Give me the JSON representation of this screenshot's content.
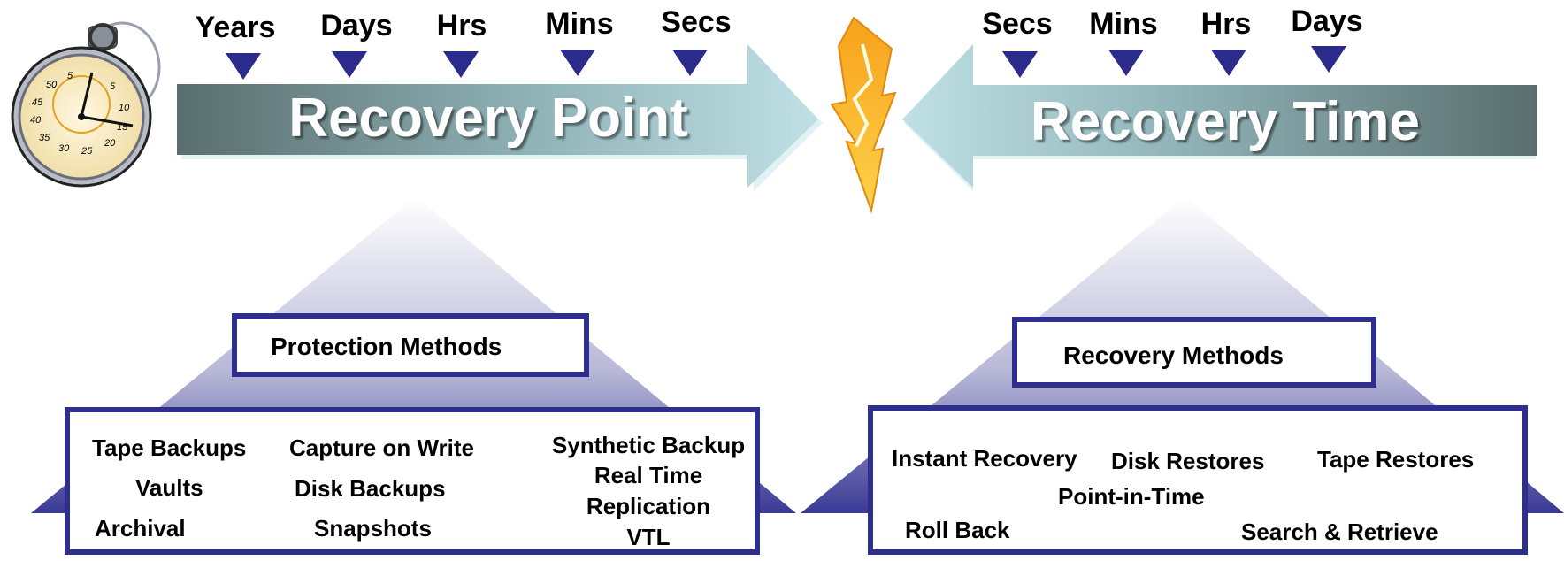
{
  "left_banner": {
    "title": "Recovery Point",
    "ticks": [
      "Years",
      "Days",
      "Hrs",
      "Mins",
      "Secs"
    ]
  },
  "right_banner": {
    "title": "Recovery Time",
    "ticks": [
      "Secs",
      "Mins",
      "Hrs",
      "Days"
    ]
  },
  "protection": {
    "title": "Protection Methods",
    "items": [
      "Tape Backups",
      "Vaults",
      "Archival",
      "Capture on Write",
      "Disk Backups",
      "Snapshots",
      "Synthetic Backup",
      "Real Time",
      "Replication",
      "VTL"
    ]
  },
  "recovery": {
    "title": "Recovery Methods",
    "items": [
      "Instant Recovery",
      "Disk Restores",
      "Tape Restores",
      "Point-in-Time",
      "Roll Back",
      "Search & Retrieve"
    ]
  },
  "colors": {
    "marker": "#2b2b8c",
    "box_border": "#2e2e8f",
    "arrow_light": "#b9dde2",
    "arrow_dark": "#5c7070",
    "bolt": "#f5a623"
  },
  "icons": {
    "stopwatch": "stopwatch-icon",
    "lightning": "lightning-icon"
  }
}
